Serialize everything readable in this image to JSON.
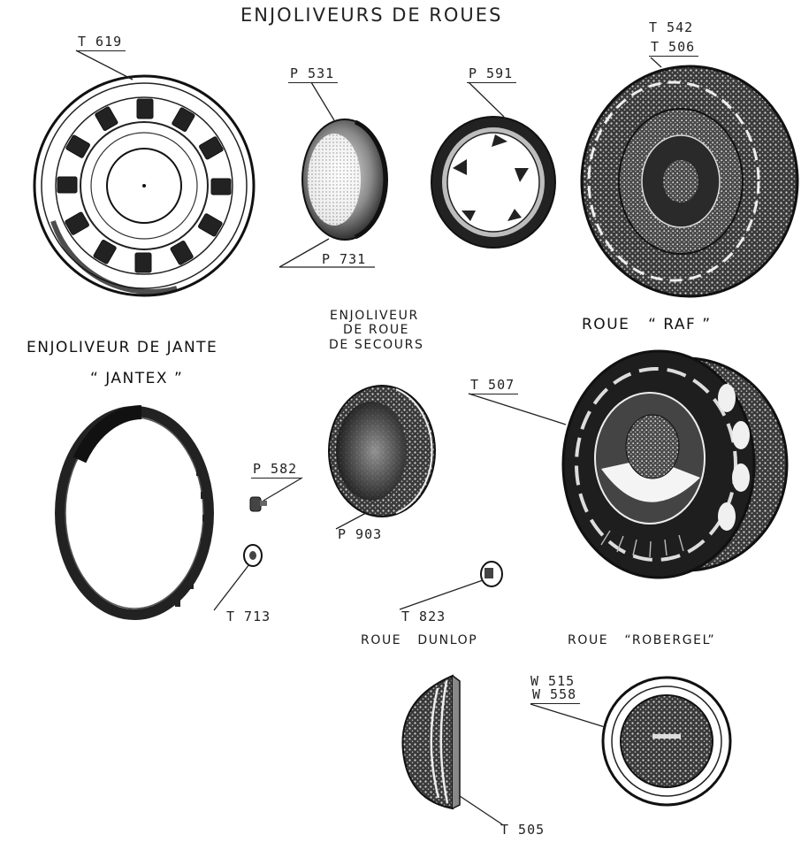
{
  "page": {
    "title": "ENJOLIVEURS DE ROUES"
  },
  "captions": {
    "jante_line1": "ENJOLIVEUR DE JANTE",
    "jante_line2": "“ JANTEX ”",
    "secours_line1": "ENJOLIVEUR",
    "secours_line2": "DE ROUE",
    "secours_line3": "DE SECOURS",
    "raf": "ROUE   “ RAF ”",
    "dunlop": "ROUE   DUNLOP",
    "robergel": "ROUE   “ROBERGEL”"
  },
  "refs": {
    "t619": "T 619",
    "p531": "P 531",
    "p591": "P 591",
    "t542": "T 542",
    "t506": "T 506",
    "p731": "P 731",
    "t507": "T 507",
    "p582": "P 582",
    "p903": "P 903",
    "t713": "T 713",
    "t823": "T 823",
    "w515": "W 515",
    "w558": "W 558",
    "t505": "T 505"
  }
}
